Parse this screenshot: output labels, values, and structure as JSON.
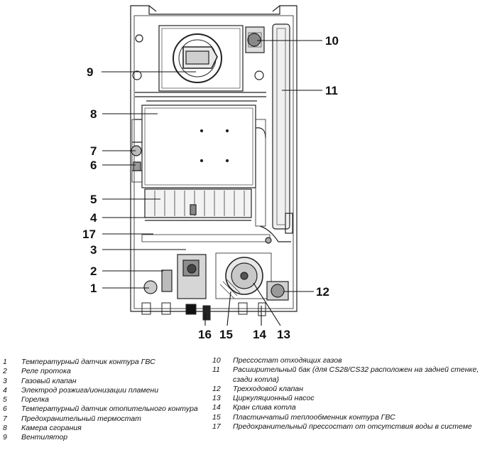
{
  "callouts": {
    "c1": "1",
    "c2": "2",
    "c3": "3",
    "c4": "4",
    "c5": "5",
    "c6": "6",
    "c7": "7",
    "c8": "8",
    "c9": "9",
    "c10": "10",
    "c11": "11",
    "c12": "12",
    "c13": "13",
    "c14": "14",
    "c15": "15",
    "c16": "16",
    "c17": "17"
  },
  "legend_left": [
    {
      "num": "1",
      "text": "Температурный датчик контура ГВС"
    },
    {
      "num": "2",
      "text": "Реле протока"
    },
    {
      "num": "3",
      "text": "Газовый клапан"
    },
    {
      "num": "4",
      "text": "Электрод розжига/ионизации пламени"
    },
    {
      "num": "5",
      "text": "Горелка"
    },
    {
      "num": "6",
      "text": "Температурный датчик отопительного контура"
    },
    {
      "num": "7",
      "text": "Предохранительный термостат"
    },
    {
      "num": "8",
      "text": "Камера сгорания"
    },
    {
      "num": "9",
      "text": "Вентилятор"
    }
  ],
  "legend_right": [
    {
      "num": "10",
      "text": "Прессостат отходящих газов"
    },
    {
      "num": "11",
      "text": "Расширительный бак (для CS28/CS32 расположен на задней стенке, сзади котла)"
    },
    {
      "num": "12",
      "text": "Трехходовой клапан"
    },
    {
      "num": "13",
      "text": "Циркуляционный насос"
    },
    {
      "num": "14",
      "text": "Кран слива котла"
    },
    {
      "num": "15",
      "text": "Пластинчатый теплообменник контура ГВС"
    },
    {
      "num": "17",
      "text": "Предохранительный прессостат от отсутствия воды в системе"
    }
  ]
}
